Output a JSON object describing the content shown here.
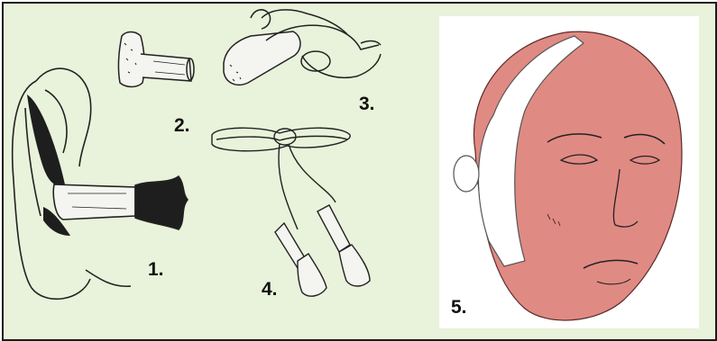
{
  "labels": {
    "n1": "1.",
    "n2": "2.",
    "n3": "3.",
    "n4": "4.",
    "n5": "5."
  },
  "colors": {
    "background": "#e9f2da",
    "border": "#1a1a1a",
    "panel": "#ffffff",
    "skin": "#e08a84",
    "ink": "#222222",
    "band": "#ffffff"
  },
  "icons": {
    "ear_with_plug": "ear-plug-inserted-illustration",
    "foam_plug": "foam-earplug-illustration",
    "rolled_plug": "fingers-rolling-earplug-illustration",
    "corded_plugs": "corded-earplugs-illustration",
    "earmuff_head": "face-with-ear-protector-illustration"
  }
}
